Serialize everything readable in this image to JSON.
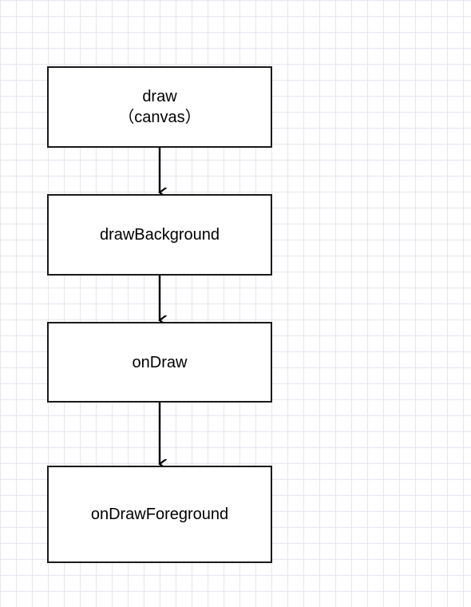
{
  "diagram": {
    "type": "flowchart",
    "direction": "top-to-bottom",
    "nodes": [
      {
        "id": "draw",
        "lines": [
          "draw",
          "（canvas）"
        ]
      },
      {
        "id": "drawBackground",
        "lines": [
          "drawBackground"
        ]
      },
      {
        "id": "onDraw",
        "lines": [
          "onDraw"
        ]
      },
      {
        "id": "onDrawForeground",
        "lines": [
          "onDrawForeground"
        ]
      }
    ],
    "edges": [
      {
        "from": "draw",
        "to": "drawBackground"
      },
      {
        "from": "drawBackground",
        "to": "onDraw"
      },
      {
        "from": "onDraw",
        "to": "onDrawForeground"
      }
    ]
  },
  "colors": {
    "background": "#ffffff",
    "grid": "#e6e6f0",
    "border": "#1a1a1a",
    "arrow": "#000000",
    "text": "#000000"
  }
}
